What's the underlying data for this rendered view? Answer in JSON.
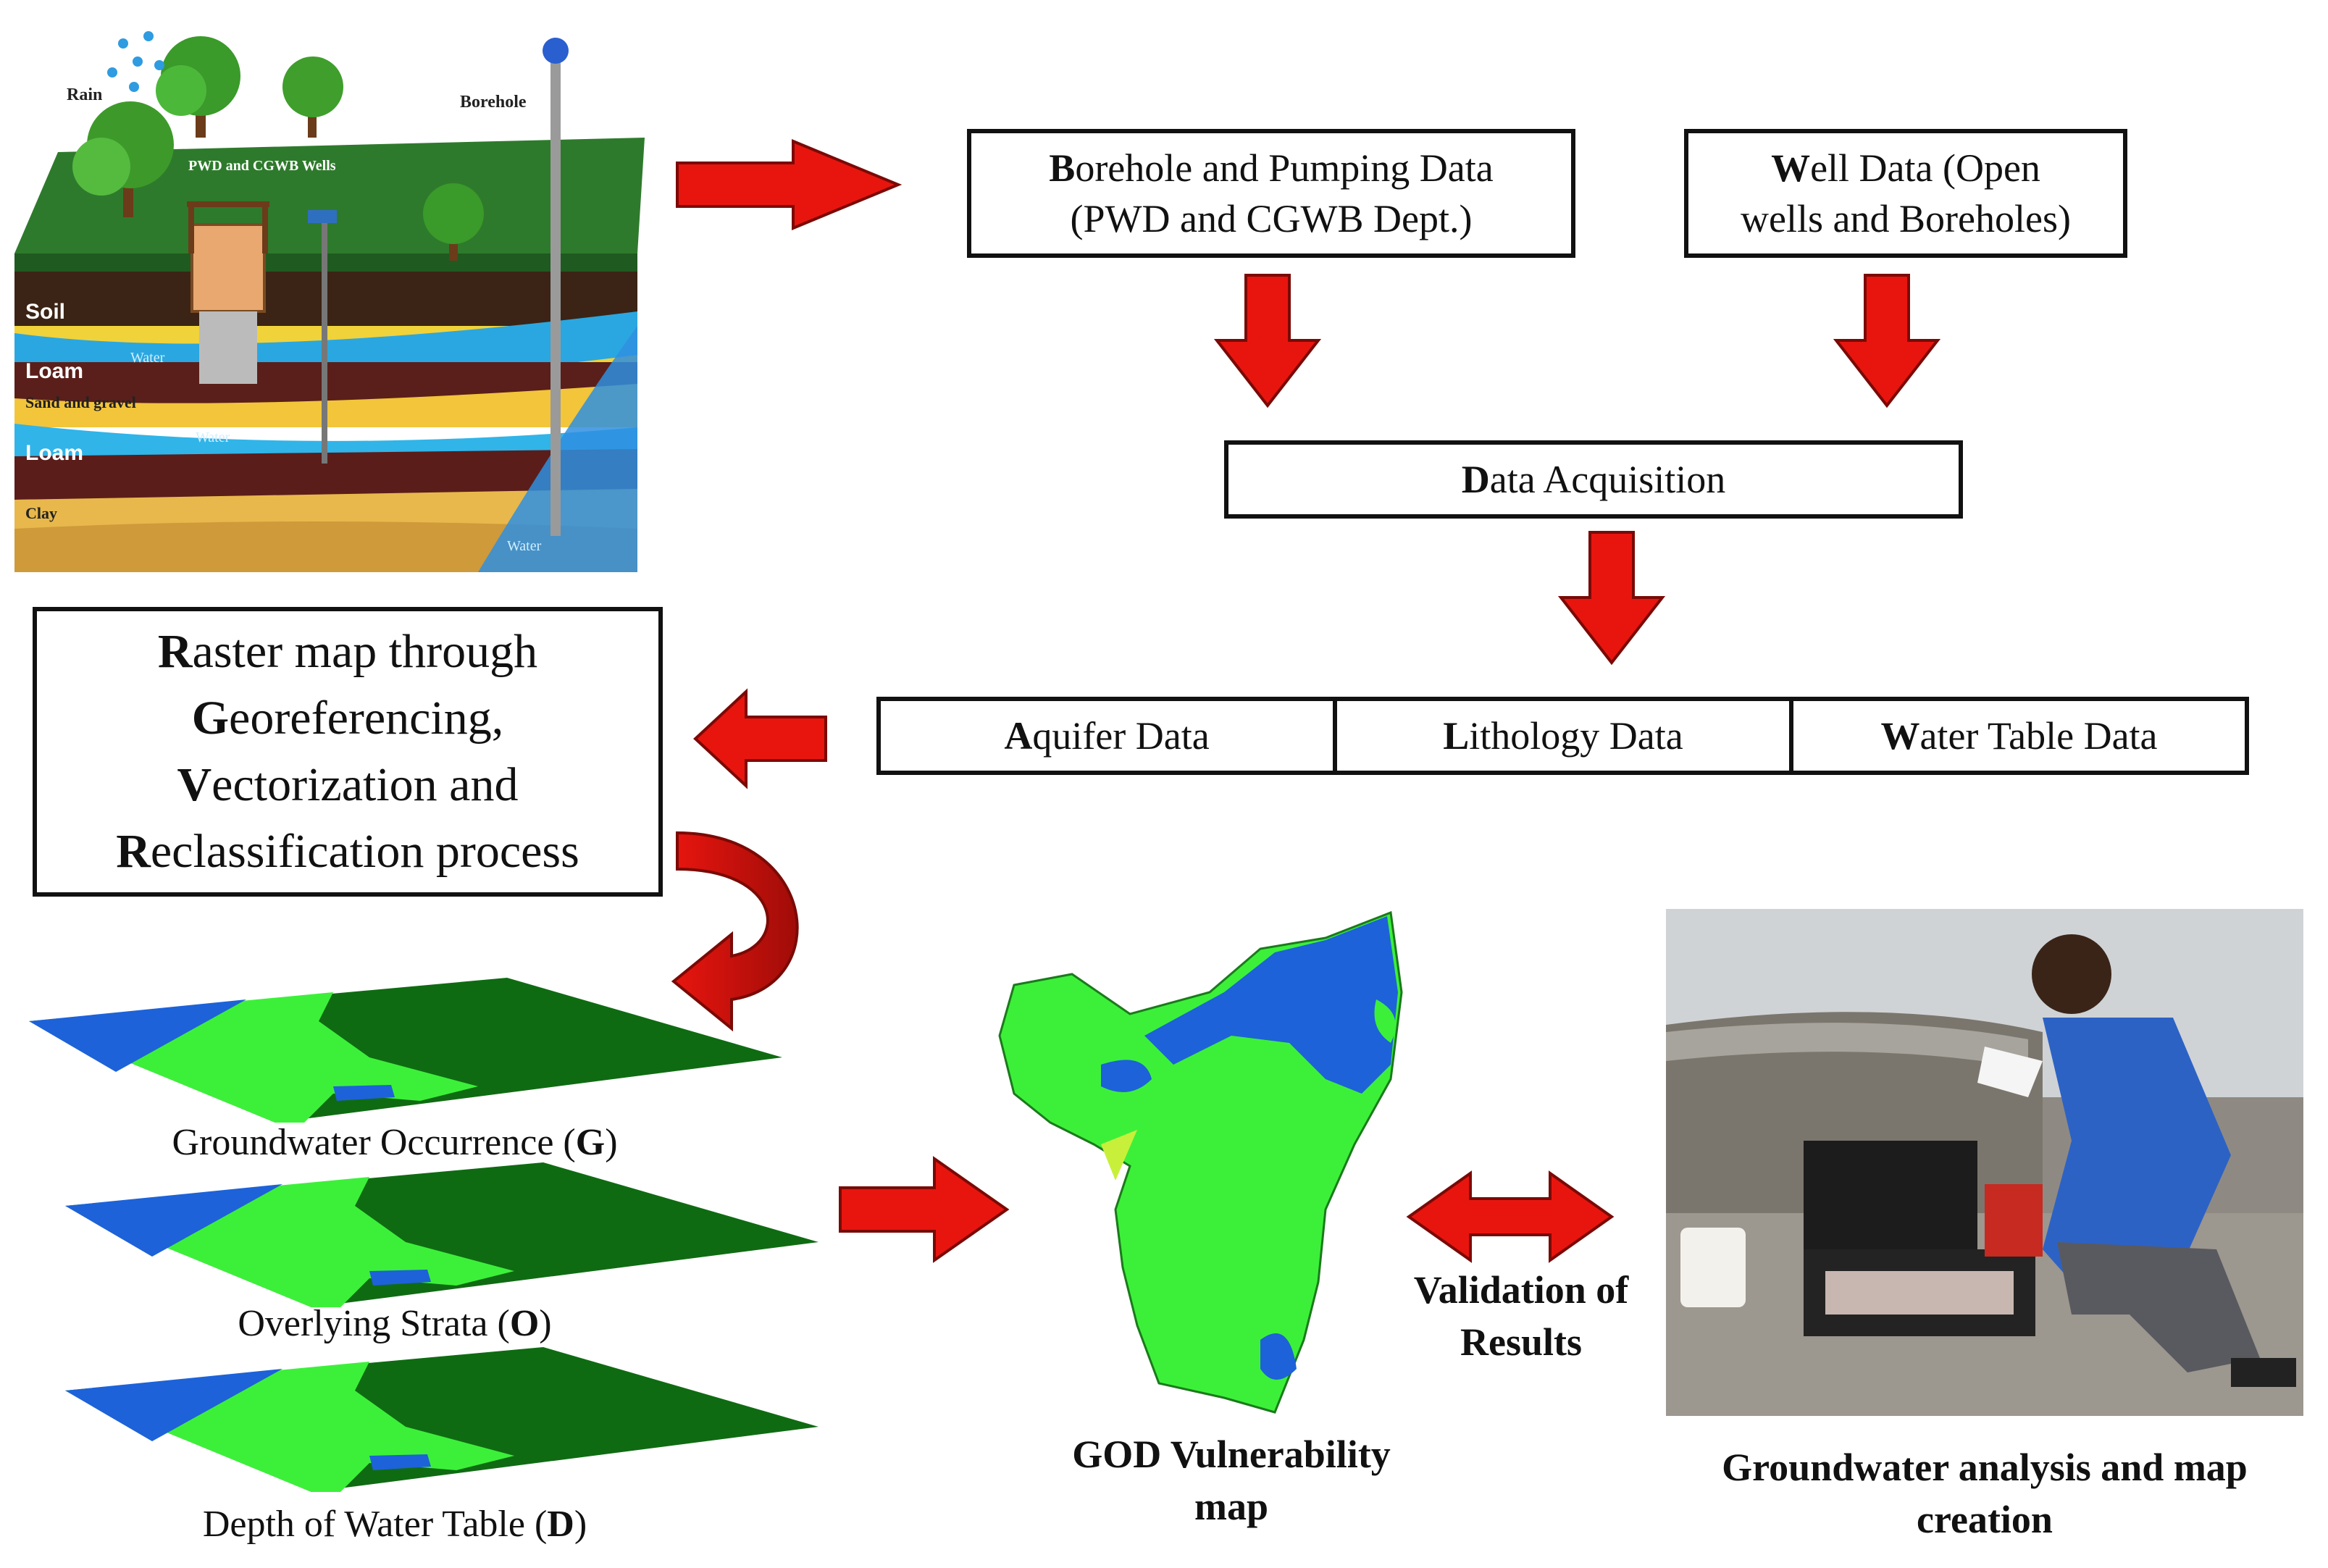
{
  "illustration": {
    "rain": "Rain",
    "borehole": "Borehole",
    "wells": "PWD and CGWB Wells",
    "soil": "Soil",
    "loam1": "Loam",
    "sand_gravel": "Sand and gravel",
    "loam2": "Loam",
    "clay": "Clay",
    "water1": "Water",
    "water2": "Water",
    "water3": "Water"
  },
  "boxes": {
    "borehole_line1_first": "B",
    "borehole_line1_rest": "orehole and Pumping  Data",
    "borehole_line2": "(PWD and CGWB Dept.)",
    "well_line1_first": "W",
    "well_line1_rest": "ell Data (Open",
    "well_line2": "wells and Boreholes)",
    "acq_first": "D",
    "acq_rest": "ata Acquisition",
    "aquifer_first": "A",
    "aquifer_rest": "quifer Data",
    "litho_first": "L",
    "litho_rest": "ithology Data",
    "water_first": "W",
    "water_rest": "ater Table Data",
    "raster_l1_first": "R",
    "raster_l1_rest": "aster map through",
    "raster_l2_first": "G",
    "raster_l2_rest": "eoreferencing,",
    "raster_l3_first": "V",
    "raster_l3_rest": "ectorization and",
    "raster_l4_first": "R",
    "raster_l4_rest": "eclassification process"
  },
  "layers": {
    "g_label": "Groundwater Occurrence (",
    "g_letter": "G",
    "o_label": "Overlying Strata (",
    "o_letter": "O",
    "d_label": "Depth of Water Table (",
    "d_letter": "D",
    "close": ")"
  },
  "captions": {
    "god_map": "GOD Vulnerability map",
    "validation": "Validation of Results",
    "analysis": "Groundwater analysis and map creation"
  },
  "colors": {
    "arrow": "#e8150f",
    "dark_green": "#0f6b12",
    "light_green": "#3cf03a",
    "blue": "#1d62d8"
  }
}
